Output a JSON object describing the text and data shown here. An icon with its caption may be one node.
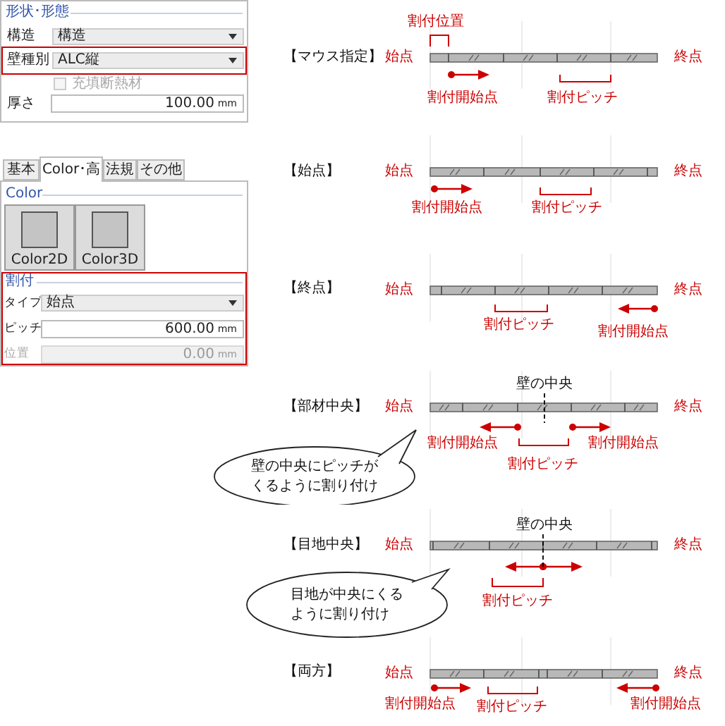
{
  "diagram": {
    "nodes": [
      {
        "text": [
          "壁の中央にピッチがくるように割り付け"
        ]
      },
      {
        "text": [
          "目地が中央にくるように割り付け"
        ]
      }
    ],
    "labels": [
      "形状･形態",
      "構造",
      "構造",
      "壁種別",
      "ALC縦",
      "充填断熱材",
      "厚さ",
      "100.00",
      "mm",
      "基本",
      "Color･高",
      "法規",
      "その他",
      "Color",
      "Color2D",
      "Color3D",
      "割付",
      "タイプ",
      "始点",
      "ピッチ",
      "600.00",
      "mm",
      "位置",
      "0.00",
      "mm",
      "割付位置",
      "【マウス指定】",
      "始点",
      "終点",
      "割付開始点",
      "割付ピッチ",
      "【始点】",
      "始点",
      "終点",
      "割付開始点",
      "割付ピッチ",
      "【終点】",
      "始点",
      "終点",
      "割付ピッチ",
      "割付開始点",
      "壁の中央",
      "【部材中央】",
      "始点",
      "終点",
      "割付開始点",
      "割付開始点",
      "割付ピッチ",
      "壁の中央",
      "【目地中央】",
      "始点",
      "終点",
      "割付ピッチ",
      "【両方】",
      "始点",
      "終点",
      "割付開始点",
      "割付ピッチ",
      "割付開始点"
    ]
  }
}
